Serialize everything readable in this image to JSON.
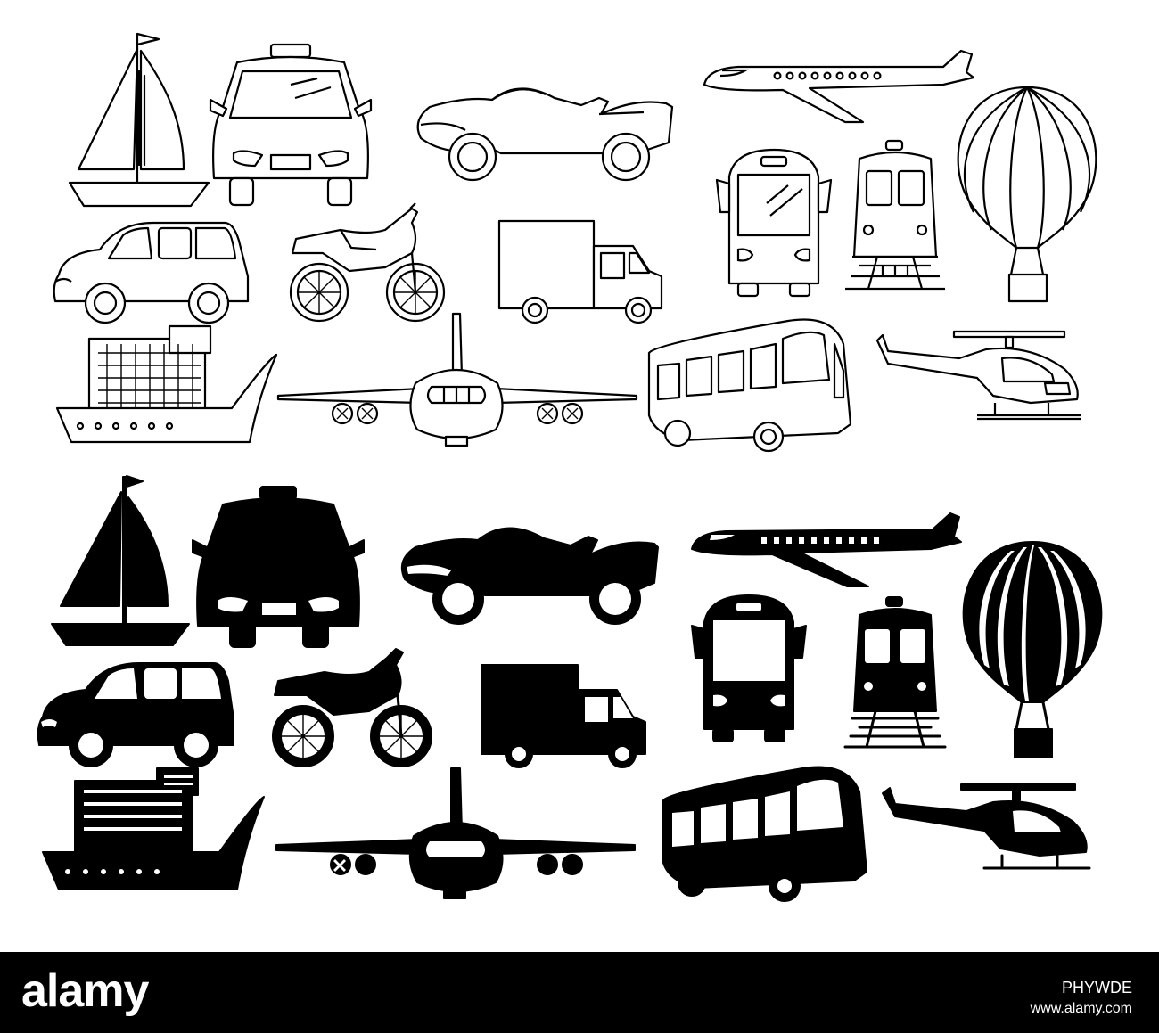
{
  "footer": {
    "logo": "alamy",
    "image_id": "PHYWDE",
    "url": "www.alamy.com"
  },
  "colors": {
    "ink": "#000000",
    "paper": "#ffffff",
    "footer_bg": "#000000"
  },
  "icons": {
    "outline": [
      "sailboat-icon",
      "taxi-front-icon",
      "convertible-car-icon",
      "airliner-side-icon",
      "hot-air-balloon-icon",
      "minivan-icon",
      "motorcycle-icon",
      "delivery-truck-icon",
      "bus-front-icon",
      "train-front-icon",
      "cruise-ship-icon",
      "airplane-front-icon",
      "city-bus-icon",
      "helicopter-icon"
    ],
    "solid": [
      "sailboat-icon",
      "taxi-front-icon",
      "convertible-car-icon",
      "airliner-side-icon",
      "hot-air-balloon-icon",
      "minivan-icon",
      "motorcycle-icon",
      "delivery-truck-icon",
      "bus-front-icon",
      "train-front-icon",
      "cruise-ship-icon",
      "airplane-front-icon",
      "city-bus-icon",
      "helicopter-icon"
    ]
  }
}
